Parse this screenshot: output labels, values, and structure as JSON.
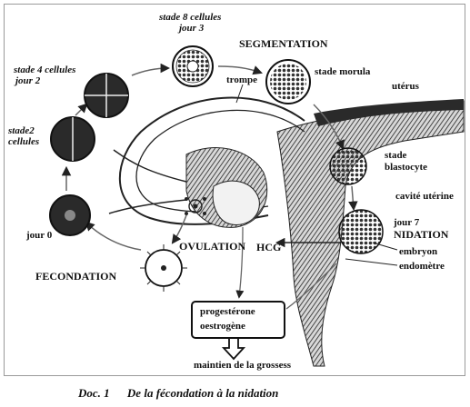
{
  "labels": {
    "stade8": "stade 8 cellules",
    "jour3": "jour 3",
    "segmentation": "SEGMENTATION",
    "stade4": "stade 4 cellules",
    "jour2": "jour 2",
    "trompe": "trompe",
    "stade_morula": "stade morula",
    "uterus": "utérus",
    "stade2": "stade2",
    "cellules": "cellules",
    "stade": "stade",
    "blastocyte": "blastocyte",
    "cavite_uterine": "cavité utérine",
    "jour7": "jour 7",
    "nidation": "NIDATION",
    "jour0": "jour 0",
    "ovulation": "OVULATION",
    "hcg": "HCG",
    "embryon": "embryon",
    "endometre": "endomètre",
    "fecondation": "FECONDATION",
    "progesterone": "progestérone",
    "oestrogene": "oestrogène",
    "maintien": "maintien de la grossess"
  },
  "caption": {
    "doc": "Doc. 1",
    "title": "De la fécondation à la nidation"
  },
  "colors": {
    "ink": "#111111",
    "frame": "#9a9a9a",
    "tissue": "#2a2a2a"
  }
}
